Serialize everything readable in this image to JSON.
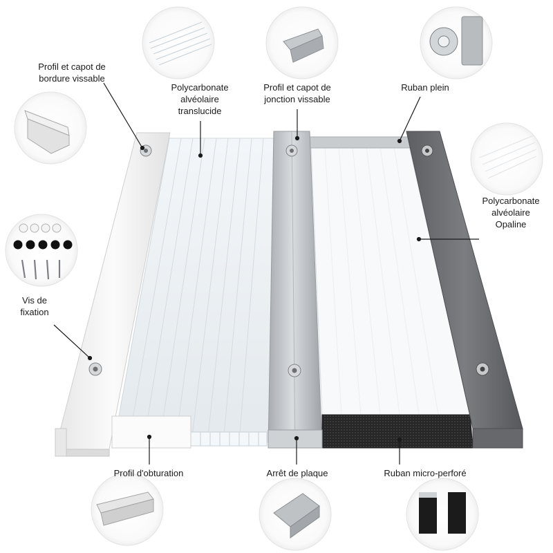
{
  "callouts": {
    "profil_bordure": {
      "lines": [
        "Profil et capot de",
        "bordure vissable"
      ]
    },
    "poly_translucide": {
      "lines": [
        "Polycarbonate",
        "alvéolaire",
        "translucide"
      ]
    },
    "profil_jonction": {
      "lines": [
        "Profil et capot de",
        "jonction vissable"
      ]
    },
    "ruban_plein": {
      "lines": [
        "Ruban plein"
      ]
    },
    "poly_opaline": {
      "lines": [
        "Polycarbonate",
        "alvéolaire",
        "Opaline"
      ]
    },
    "vis_fixation": {
      "lines": [
        "Vis de",
        "fixation"
      ]
    },
    "profil_obturation": {
      "lines": [
        "Profil d'obturation"
      ]
    },
    "arret_plaque": {
      "lines": [
        "Arrêt de plaque"
      ]
    },
    "ruban_micro": {
      "lines": [
        "Ruban micro-perforé"
      ]
    }
  },
  "colors": {
    "white_profile": "#f4f4f4",
    "alu_profile": "#bfc3c7",
    "grey_profile": "#6d6f72",
    "opal_panel": "#f7f8f9",
    "clear_panel": "#eef3f6",
    "micro_tape": "#2b2b2b",
    "leader_line": "#1a1a1a"
  }
}
